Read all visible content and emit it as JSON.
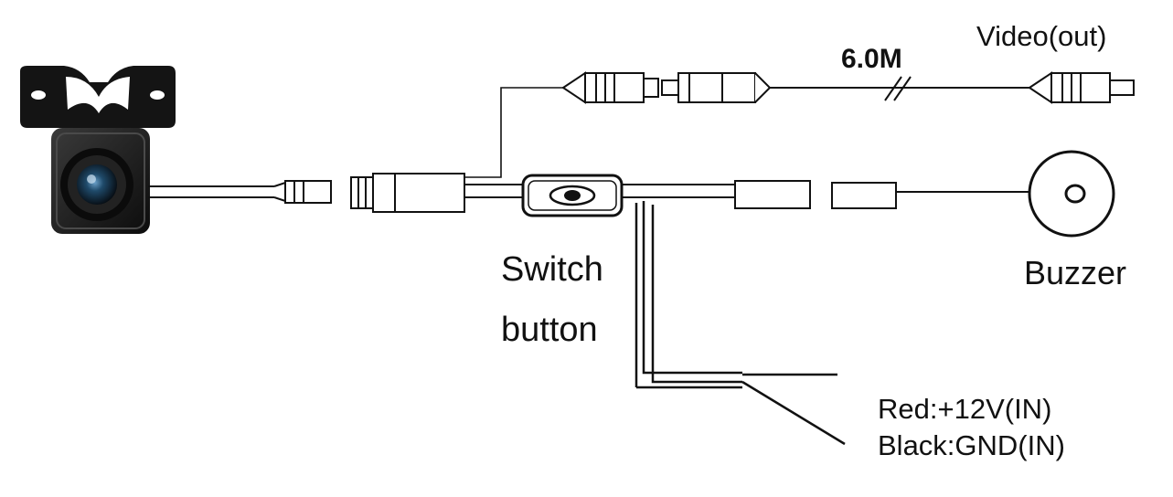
{
  "labels": {
    "video_out": "Video(out)",
    "cable_length": "6.0M",
    "switch_line1": "Switch",
    "switch_line2": "button",
    "buzzer": "Buzzer",
    "power_red": "Red:+12V(IN)",
    "power_black": "Black:GND(IN)"
  },
  "colors": {
    "line": "#111111",
    "camera_body": "#1c1c1c",
    "lens": "#1f4a6a",
    "background": "#ffffff"
  },
  "icons": [
    "camera-icon",
    "mounting-bracket-icon",
    "rca-connector-icon",
    "switch-button-icon",
    "buzzer-icon"
  ]
}
